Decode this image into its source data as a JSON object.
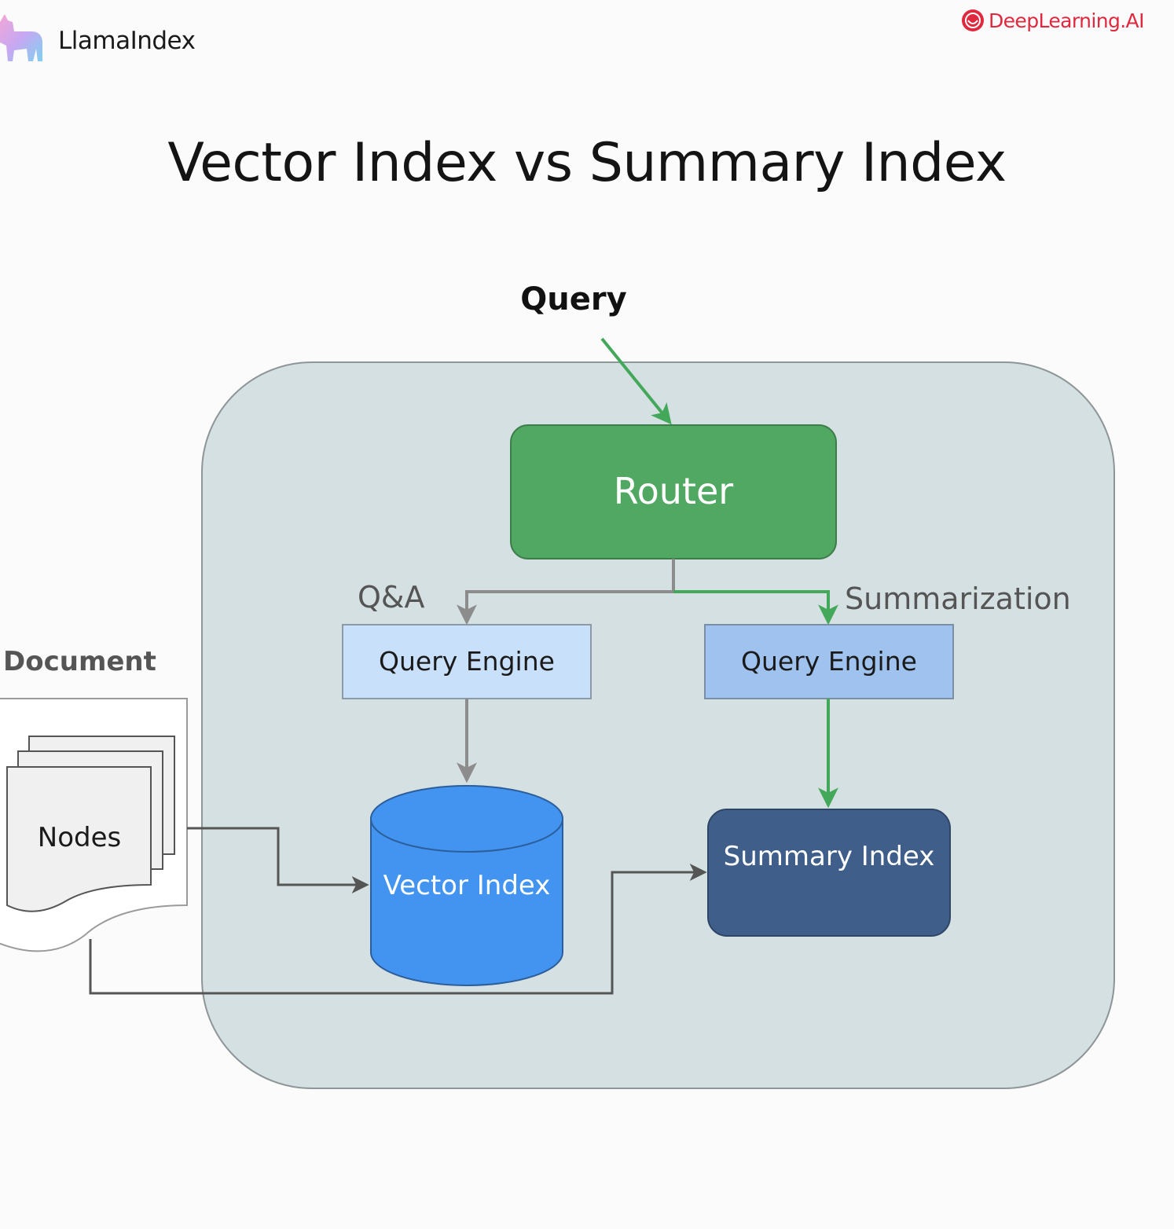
{
  "header": {
    "brand_left": "LlamaIndex",
    "brand_right": "DeepLearning.AI",
    "brand_left_icon": "llama-icon",
    "brand_right_icon": "deeplearning-swirl-icon"
  },
  "title": "Vector Index vs Summary Index",
  "diagram": {
    "query": "Query",
    "router": "Router",
    "branch_left": "Q&A",
    "branch_right": "Summarization",
    "engine_left": "Query Engine",
    "engine_right": "Query Engine",
    "vector_index": "Vector Index",
    "summary_index": "Summary Index",
    "document": "Document",
    "nodes": "Nodes"
  },
  "colors": {
    "router_fill": "#51a862",
    "active_arrow": "#43a85a",
    "inactive_arrow": "#8c8c8c",
    "container_fill": "#d5e0e2",
    "engine_left_fill": "#c9e0fa",
    "engine_right_fill": "#9fc3ee",
    "vector_index_fill": "#4294f0",
    "summary_index_fill": "#3f5e8a",
    "brand_accent": "#e0283f"
  }
}
